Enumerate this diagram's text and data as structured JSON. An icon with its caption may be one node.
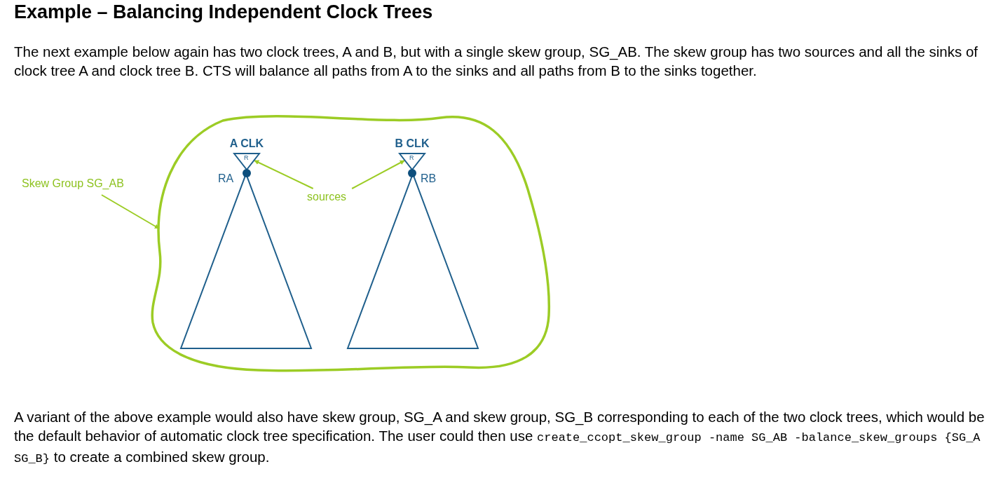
{
  "diagram": {
    "title": "Example – Balancing Independent Clock Trees",
    "nodes": [
      {
        "text": [],
        "shape": "cloud"
      },
      {
        "text": [
          "A CLK",
          "R"
        ],
        "in": 0
      },
      {
        "text": [],
        "shape": "circle",
        "in": 0
      },
      {
        "text": [],
        "shape": "triangle",
        "in": 0
      },
      {
        "text": [
          "B CLK",
          "R"
        ],
        "in": 0
      },
      {
        "text": [],
        "shape": "circle",
        "in": 0
      },
      {
        "text": [],
        "shape": "triangle",
        "in": 0
      },
      {
        "text": [
          "sources"
        ],
        "in": 0
      },
      {
        "text": [
          "Skew Group SG_AB"
        ]
      }
    ],
    "edges": [
      {
        "from": 7,
        "to": 1,
        "arrow": "to"
      },
      {
        "from": 7,
        "to": 4,
        "arrow": "to"
      },
      {
        "from": 8,
        "to": 0,
        "arrow": "to"
      }
    ],
    "labels": [
      "The next example below again has two clock trees, A and B, but with a single skew group, SG_AB. The skew group has two sources and all the sinks of clock tree A and clock tree B. CTS will balance all paths from A to the sinks and all paths from B to the sinks together.",
      "RA",
      "RB",
      "A variant of the above example would also have skew group, SG_A and skew group, SG_B corresponding to each of the two clock trees, which would be the default behavior of automatic clock tree specification. The user could then use",
      "create_ccopt_skew_group -name SG_AB -balance_skew_groups {SG_A SG_B}",
      "to create a combined skew group."
    ]
  }
}
